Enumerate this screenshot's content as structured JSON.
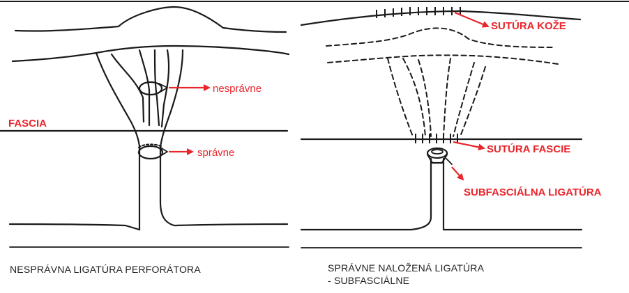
{
  "left_panel": {
    "label_incorrect": "nesprávne",
    "label_correct": "správne",
    "label_fascia": "FASCIA",
    "caption": "NESPRÁVNA LIGATÚRA PERFORÁTORA"
  },
  "right_panel": {
    "label_skin_suture": "SUTÚRA KOŽE",
    "label_fascia_suture": "SUTÚRA FASCIE",
    "label_subfascial_ligature": "SUBFASCIÁLNA LIGATÚRA",
    "caption_line1": "SPRÁVNE NALOŽENÁ LIGATÚRA",
    "caption_line2": "- SUBFASCIÁLNE"
  },
  "colors": {
    "annotation": "#e8262c",
    "ink": "#1a1a1a"
  }
}
